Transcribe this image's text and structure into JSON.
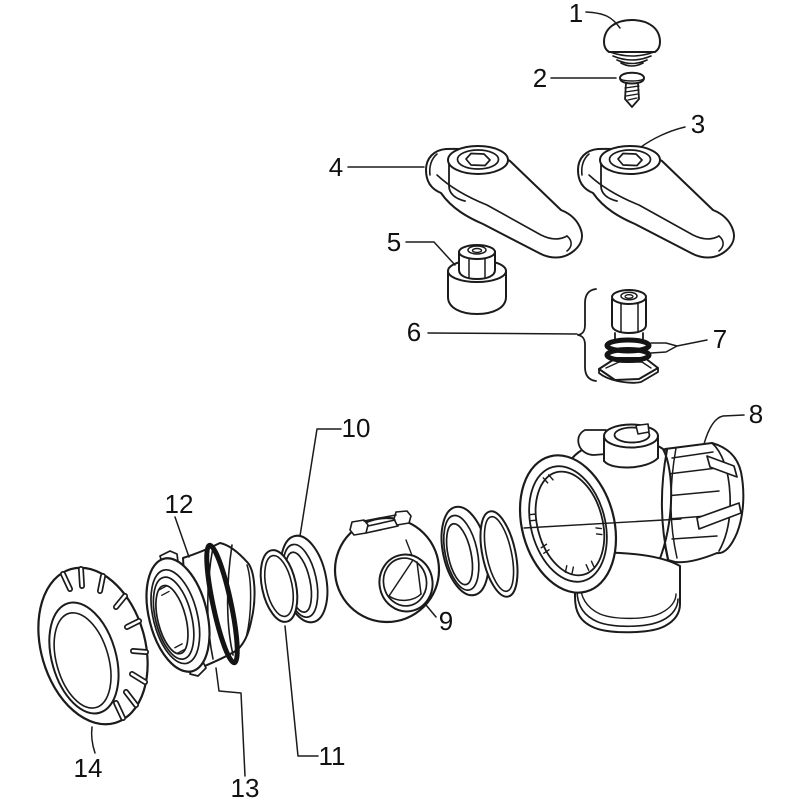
{
  "diagram": {
    "kind": "exploded-parts-diagram",
    "subject": "ball-valve-assembly",
    "background_color": "#ffffff",
    "line_color": "#1b1b1b",
    "label_color": "#111111",
    "parts": [
      {
        "number": "1"
      },
      {
        "number": "2"
      },
      {
        "number": "3"
      },
      {
        "number": "4"
      },
      {
        "number": "5"
      },
      {
        "number": "6"
      },
      {
        "number": "7"
      },
      {
        "number": "8"
      },
      {
        "number": "9"
      },
      {
        "number": "10"
      },
      {
        "number": "11"
      },
      {
        "number": "12"
      },
      {
        "number": "13"
      },
      {
        "number": "14"
      }
    ]
  }
}
